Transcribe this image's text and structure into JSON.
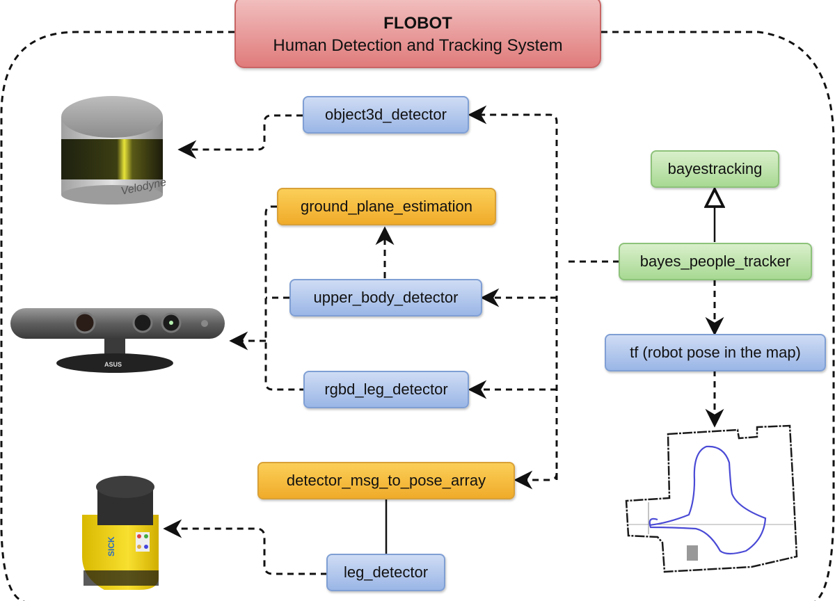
{
  "header": {
    "title": "FLOBOT",
    "subtitle": "Human Detection and Tracking System"
  },
  "nodes": {
    "object3d_detector": "object3d_detector",
    "ground_plane_estimation": "ground_plane_estimation",
    "upper_body_detector": "upper_body_detector",
    "rgbd_leg_detector": "rgbd_leg_detector",
    "detector_msg_to_pose_array": "detector_msg_to_pose_array",
    "leg_detector": "leg_detector",
    "bayestracking": "bayestracking",
    "bayes_people_tracker": "bayes_people_tracker",
    "tf": "tf (robot pose in the map)"
  },
  "sensors": {
    "velodyne": {
      "label": "Velodyne",
      "icon": "lidar-sensor-image"
    },
    "asus": {
      "label": "ASUS",
      "icon": "rgbd-camera-image"
    },
    "sick": {
      "label": "SICK",
      "icon": "laser-scanner-image"
    }
  },
  "map": {
    "icon": "occupancy-map-image"
  },
  "colors": {
    "title": "#e58585",
    "blue_node": "#a9c1ea",
    "orange_node": "#f5b93a",
    "green_node": "#b5dea2",
    "trajectory": "#4a4ad6"
  }
}
